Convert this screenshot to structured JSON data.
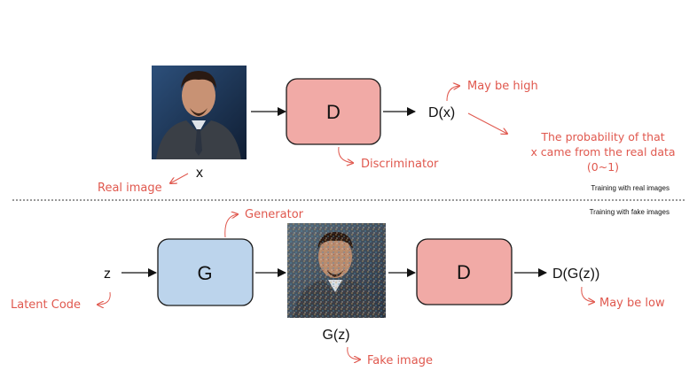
{
  "top": {
    "input_label": "x",
    "input_annotation": "Real image",
    "discriminator_box": "D",
    "discriminator_annotation": "Discriminator",
    "output_label": "D(x)",
    "output_annotation_high": "May be high",
    "output_annotation_prob": [
      "The probability of that",
      "x came from the real data",
      "(0~1)"
    ],
    "section_caption": "Training with real images"
  },
  "bottom": {
    "section_caption": "Training with fake images",
    "input_label": "z",
    "input_annotation": "Latent Code",
    "generator_box": "G",
    "generator_annotation": "Generator",
    "fake_label": "G(z)",
    "fake_annotation": "Fake image",
    "discriminator_box": "D",
    "output_label": "D(G(z))",
    "output_annotation_low": "May be low"
  },
  "colors": {
    "annotation": "#e0584e",
    "discriminator_fill": "#f1aaa6",
    "generator_fill": "#bcd4ec",
    "box_stroke": "#1a1a1a"
  },
  "icons": [
    "real-portrait-image",
    "noisy-portrait-image"
  ]
}
